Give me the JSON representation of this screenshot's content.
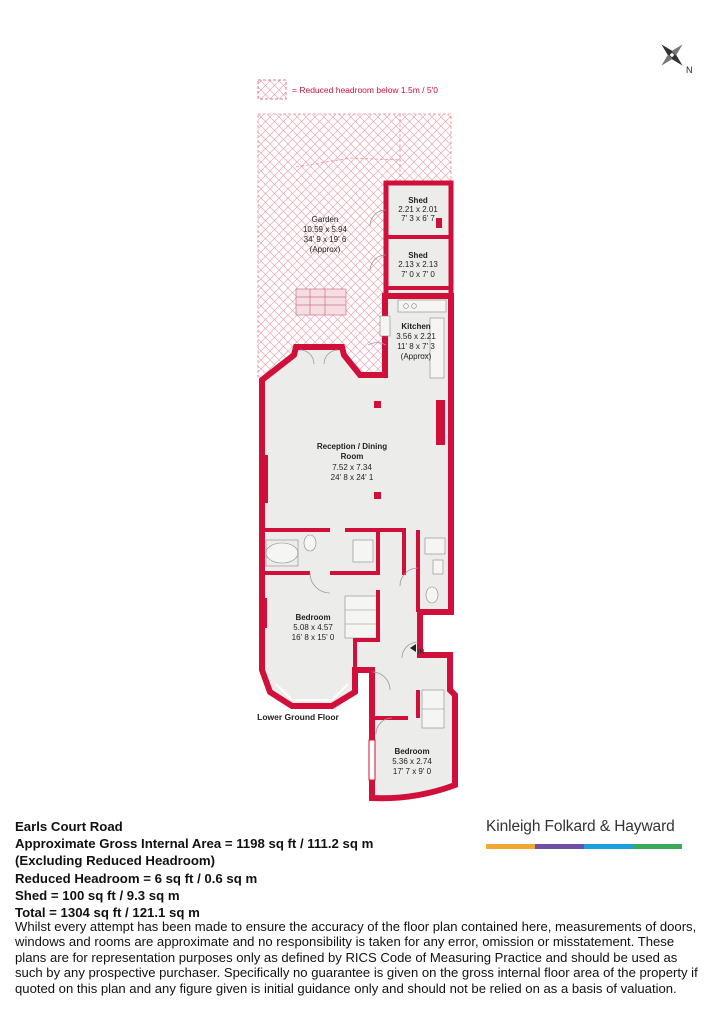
{
  "legend": {
    "text": "= Reduced headroom below 1.5m / 5'0"
  },
  "compass": {
    "icon": "compass-rose-icon",
    "north_label": "N"
  },
  "rooms": {
    "garden": {
      "name": "Garden",
      "metric": "10.59 x 5.94",
      "imperial": "34' 9 x 19' 6",
      "note": "(Approx)"
    },
    "shed1": {
      "name": "Shed",
      "metric": "2.21 x 2.01",
      "imperial": "7' 3 x 6' 7"
    },
    "shed2": {
      "name": "Shed",
      "metric": "2.13 x 2.13",
      "imperial": "7' 0 x 7' 0"
    },
    "kitchen": {
      "name": "Kitchen",
      "metric": "3.56 x 2.21",
      "imperial": "11' 8 x 7' 3",
      "note": "(Approx)"
    },
    "reception": {
      "name_line1": "Reception / Dining",
      "name_line2": "Room",
      "metric": "7.52 x 7.34",
      "imperial": "24' 8 x 24' 1"
    },
    "bedroom1": {
      "name": "Bedroom",
      "metric": "5.08 x 4.57",
      "imperial": "16' 8 x 15' 0"
    },
    "bedroom2": {
      "name": "Bedroom",
      "metric": "5.36 x 2.74",
      "imperial": "17' 7 x 9' 0"
    }
  },
  "entrance_label": "IN",
  "floor_label": "Lower Ground Floor",
  "info": {
    "address": "Earls Court Road",
    "gross_area": "Approximate Gross Internal Area = 1198 sq ft / 111.2 sq m",
    "excluding": "(Excluding Reduced Headroom)",
    "reduced": "Reduced Headroom = 6 sq ft / 0.6 sq m",
    "shed": "Shed = 100 sq ft / 9.3 sq m",
    "total": "Total = 1304 sq ft / 121.1 sq m"
  },
  "disclaimer": "Whilst every attempt has been made to ensure the accuracy of the floor plan contained here, measurements of doors, windows and rooms are approximate and no responsibility is taken for any error, omission or misstatement. These plans are for representation purposes only as defined by RICS Code of Measuring Practice and should be used as such by any prospective purchaser. Specifically no guarantee is given on the gross internal floor area of the property if quoted on this plan and any figure given is initial guidance only and should not be relied on as a basis of valuation.",
  "brand": {
    "name": "Kinleigh Folkard & Hayward",
    "colors": [
      "#f0a830",
      "#6f4fa1",
      "#1aa0dc",
      "#3aa95a"
    ]
  },
  "colors": {
    "wall": "#d0103a",
    "floor": "#ececea",
    "hatch": "#e89aa8"
  }
}
